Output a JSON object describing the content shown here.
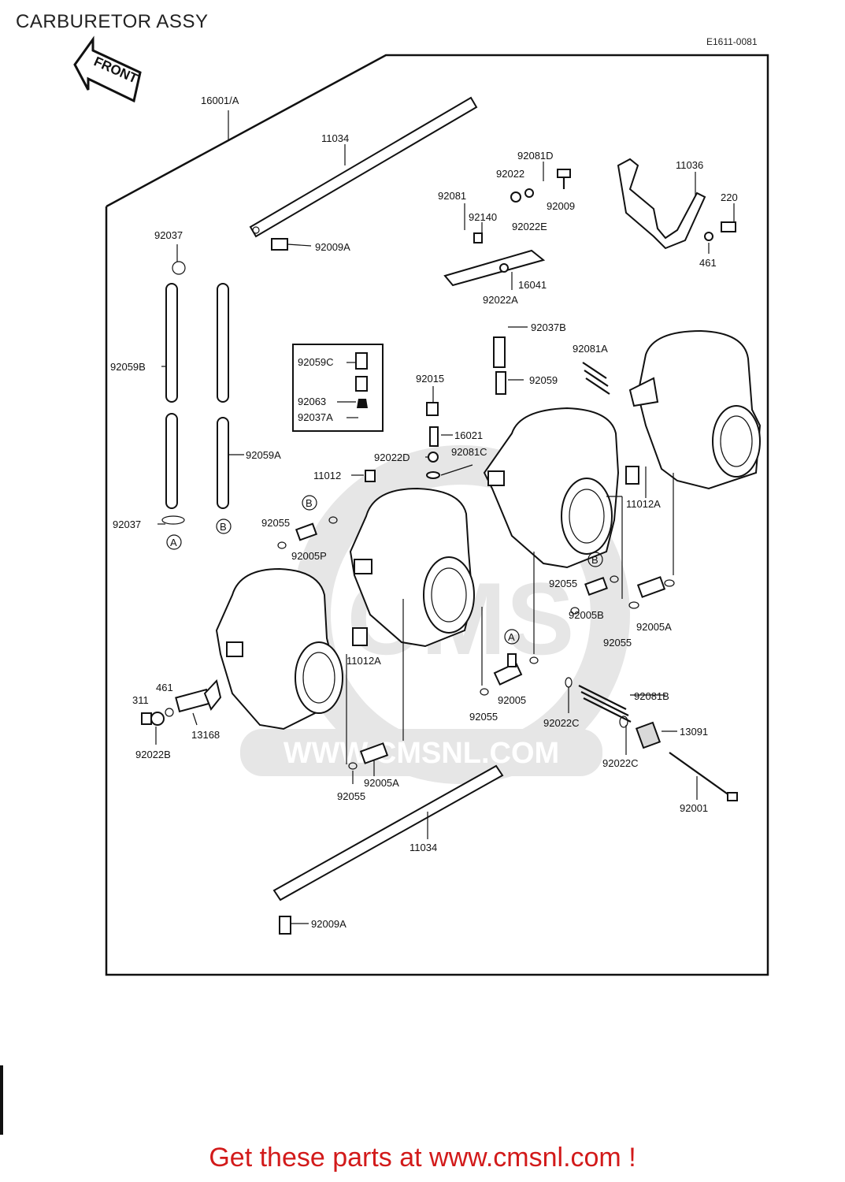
{
  "header": {
    "title": "CARBURETOR ASSY",
    "diagram_code": "E1611-0081"
  },
  "front_arrow": "FRONT",
  "watermark": {
    "text": "WWW.CMSNL.COM",
    "logo_text": "CMS"
  },
  "labels": {
    "l16001": "16001/A",
    "l11034_top": "11034",
    "l92081d": "92081D",
    "l92022": "92022",
    "l92081": "92081",
    "l92009": "92009",
    "l92140": "92140",
    "l92022e": "92022E",
    "l11036": "11036",
    "l220": "220",
    "l461_top": "461",
    "l92037_top": "92037",
    "l92009a_top": "92009A",
    "l16041": "16041",
    "l92022a": "92022A",
    "l92037b": "92037B",
    "l92081a": "92081A",
    "l92059b": "92059B",
    "l92059c": "92059C",
    "l92063": "92063",
    "l92037a": "92037A",
    "l92015": "92015",
    "l92059": "92059",
    "l16021": "16021",
    "l92022d": "92022D",
    "l92081c": "92081C",
    "l11012": "11012",
    "l92059a": "92059A",
    "l11012a_right": "11012A",
    "l92037_bot": "92037",
    "circ_a_left": "A",
    "circ_b_left": "B",
    "l92055_left": "92055",
    "l92005p": "92005P",
    "circ_b_mid": "B",
    "circ_b_right": "B",
    "l92055_r1": "92055",
    "l92005b": "92005B",
    "l92005a_right": "92005A",
    "l92055_r2": "92055",
    "l11012a_mid": "11012A",
    "circ_a_mid": "A",
    "l92005": "92005",
    "l92055_mid": "92055",
    "l92081b": "92081B",
    "l92022c_1": "92022C",
    "l13091": "13091",
    "l92022c_2": "92022C",
    "l461_bot": "461",
    "l311": "311",
    "l13168": "13168",
    "l92022b": "92022B",
    "l92005a_bot": "92005A",
    "l92055_bot": "92055",
    "l92001": "92001",
    "l11034_bot": "11034",
    "l92009a_bot": "92009A"
  },
  "footer": {
    "text": "Get these parts at www.cmsnl.com !"
  }
}
